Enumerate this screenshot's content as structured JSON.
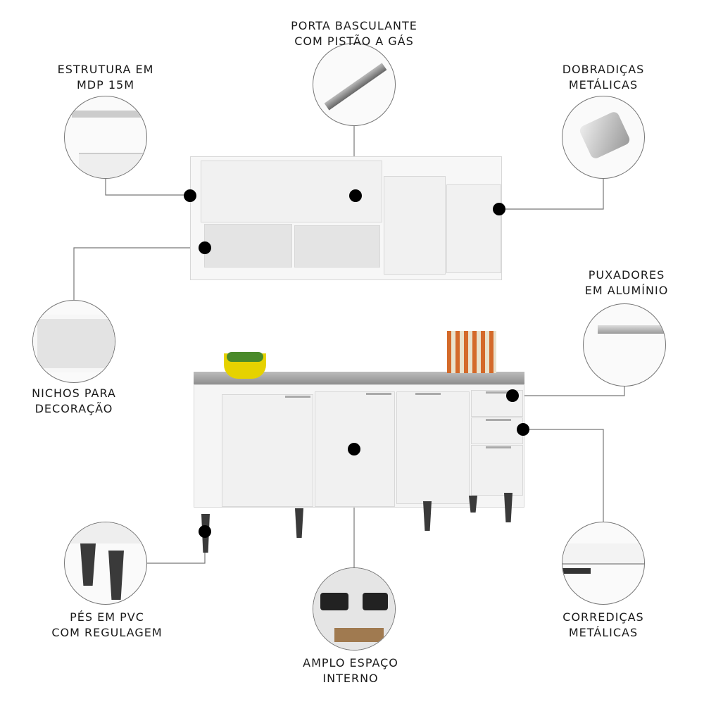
{
  "features": [
    {
      "id": "estrutura",
      "lines": [
        "ESTRUTURA EM",
        "MDP 15M"
      ]
    },
    {
      "id": "porta",
      "lines": [
        "PORTA BASCULANTE",
        "COM PISTÃO A GÁS"
      ]
    },
    {
      "id": "dobradicas",
      "lines": [
        "DOBRADIÇAS",
        "METÁLICAS"
      ]
    },
    {
      "id": "nichos",
      "lines": [
        "NICHOS PARA",
        "DECORAÇÃO"
      ]
    },
    {
      "id": "puxadores",
      "lines": [
        "PUXADORES",
        "EM ALUMÍNIO"
      ]
    },
    {
      "id": "pes",
      "lines": [
        "PÉS EM PVC",
        "COM REGULAGEM"
      ]
    },
    {
      "id": "amplo",
      "lines": [
        "AMPLO ESPAÇO",
        "INTERNO"
      ]
    },
    {
      "id": "corredicas",
      "lines": [
        "CORREDIÇAS",
        "METÁLICAS"
      ]
    }
  ],
  "colors": {
    "cabinet": "#f1f1f1",
    "callout_dot": "#000000",
    "leader_line": "#777777",
    "countertop": "#9a9a9a",
    "legs": "#3a3a3a"
  }
}
